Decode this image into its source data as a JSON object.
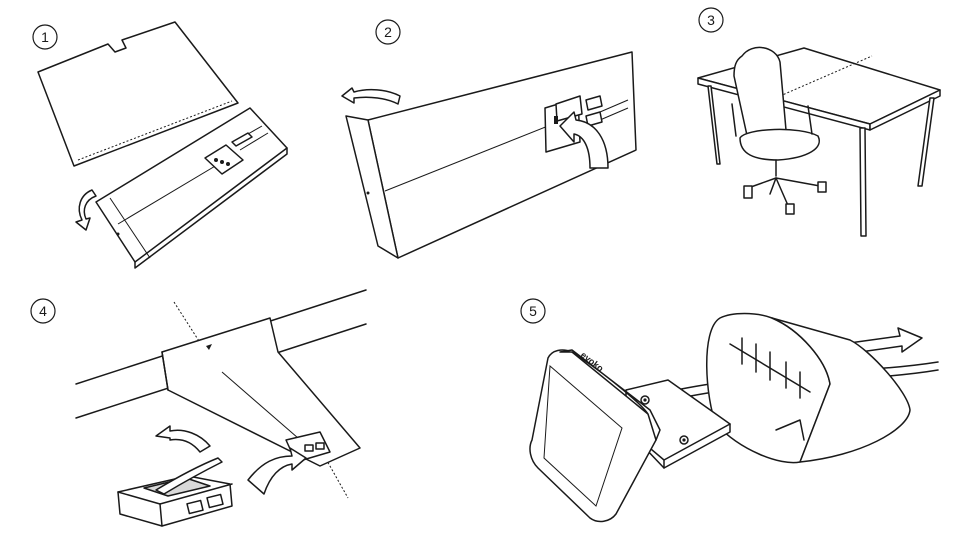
{
  "steps": [
    {
      "number": "1"
    },
    {
      "number": "2"
    },
    {
      "number": "3"
    },
    {
      "number": "4"
    },
    {
      "number": "5"
    }
  ],
  "device_brand_text": "evoko",
  "colors": {
    "line": "#1a1a1a",
    "fill_gray": "#d9d9d9",
    "background": "#ffffff"
  }
}
